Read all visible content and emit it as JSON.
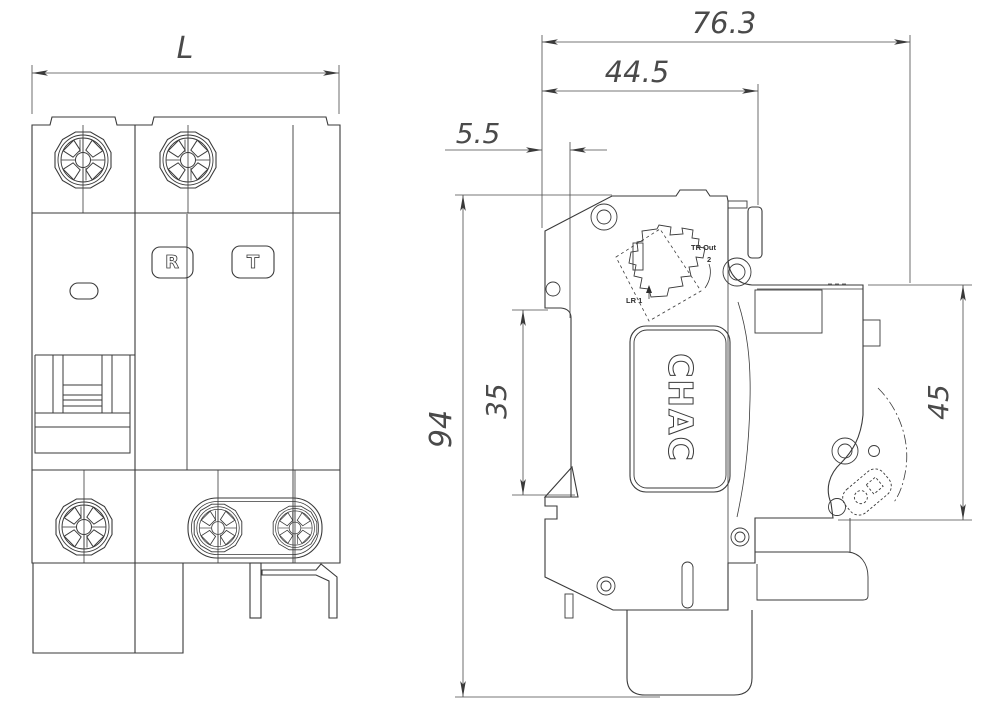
{
  "front_view": {
    "dim_width": "L",
    "reset_button": "R",
    "test_button": "T"
  },
  "side_view": {
    "dim_total_depth": "76.3",
    "dim_upper_depth": "44.5",
    "dim_rail_recess": "5.5",
    "dim_height": "94",
    "dim_rail_width": "35",
    "dim_front_height": "45",
    "brand": "CHAC",
    "schematic": {
      "tr_out": "TR Out",
      "out_terminal": "2",
      "lr_in": "LR 1"
    }
  },
  "colors": {
    "line": "#3a3a3a",
    "dim": "#4a4a4a",
    "background": "#ffffff"
  }
}
